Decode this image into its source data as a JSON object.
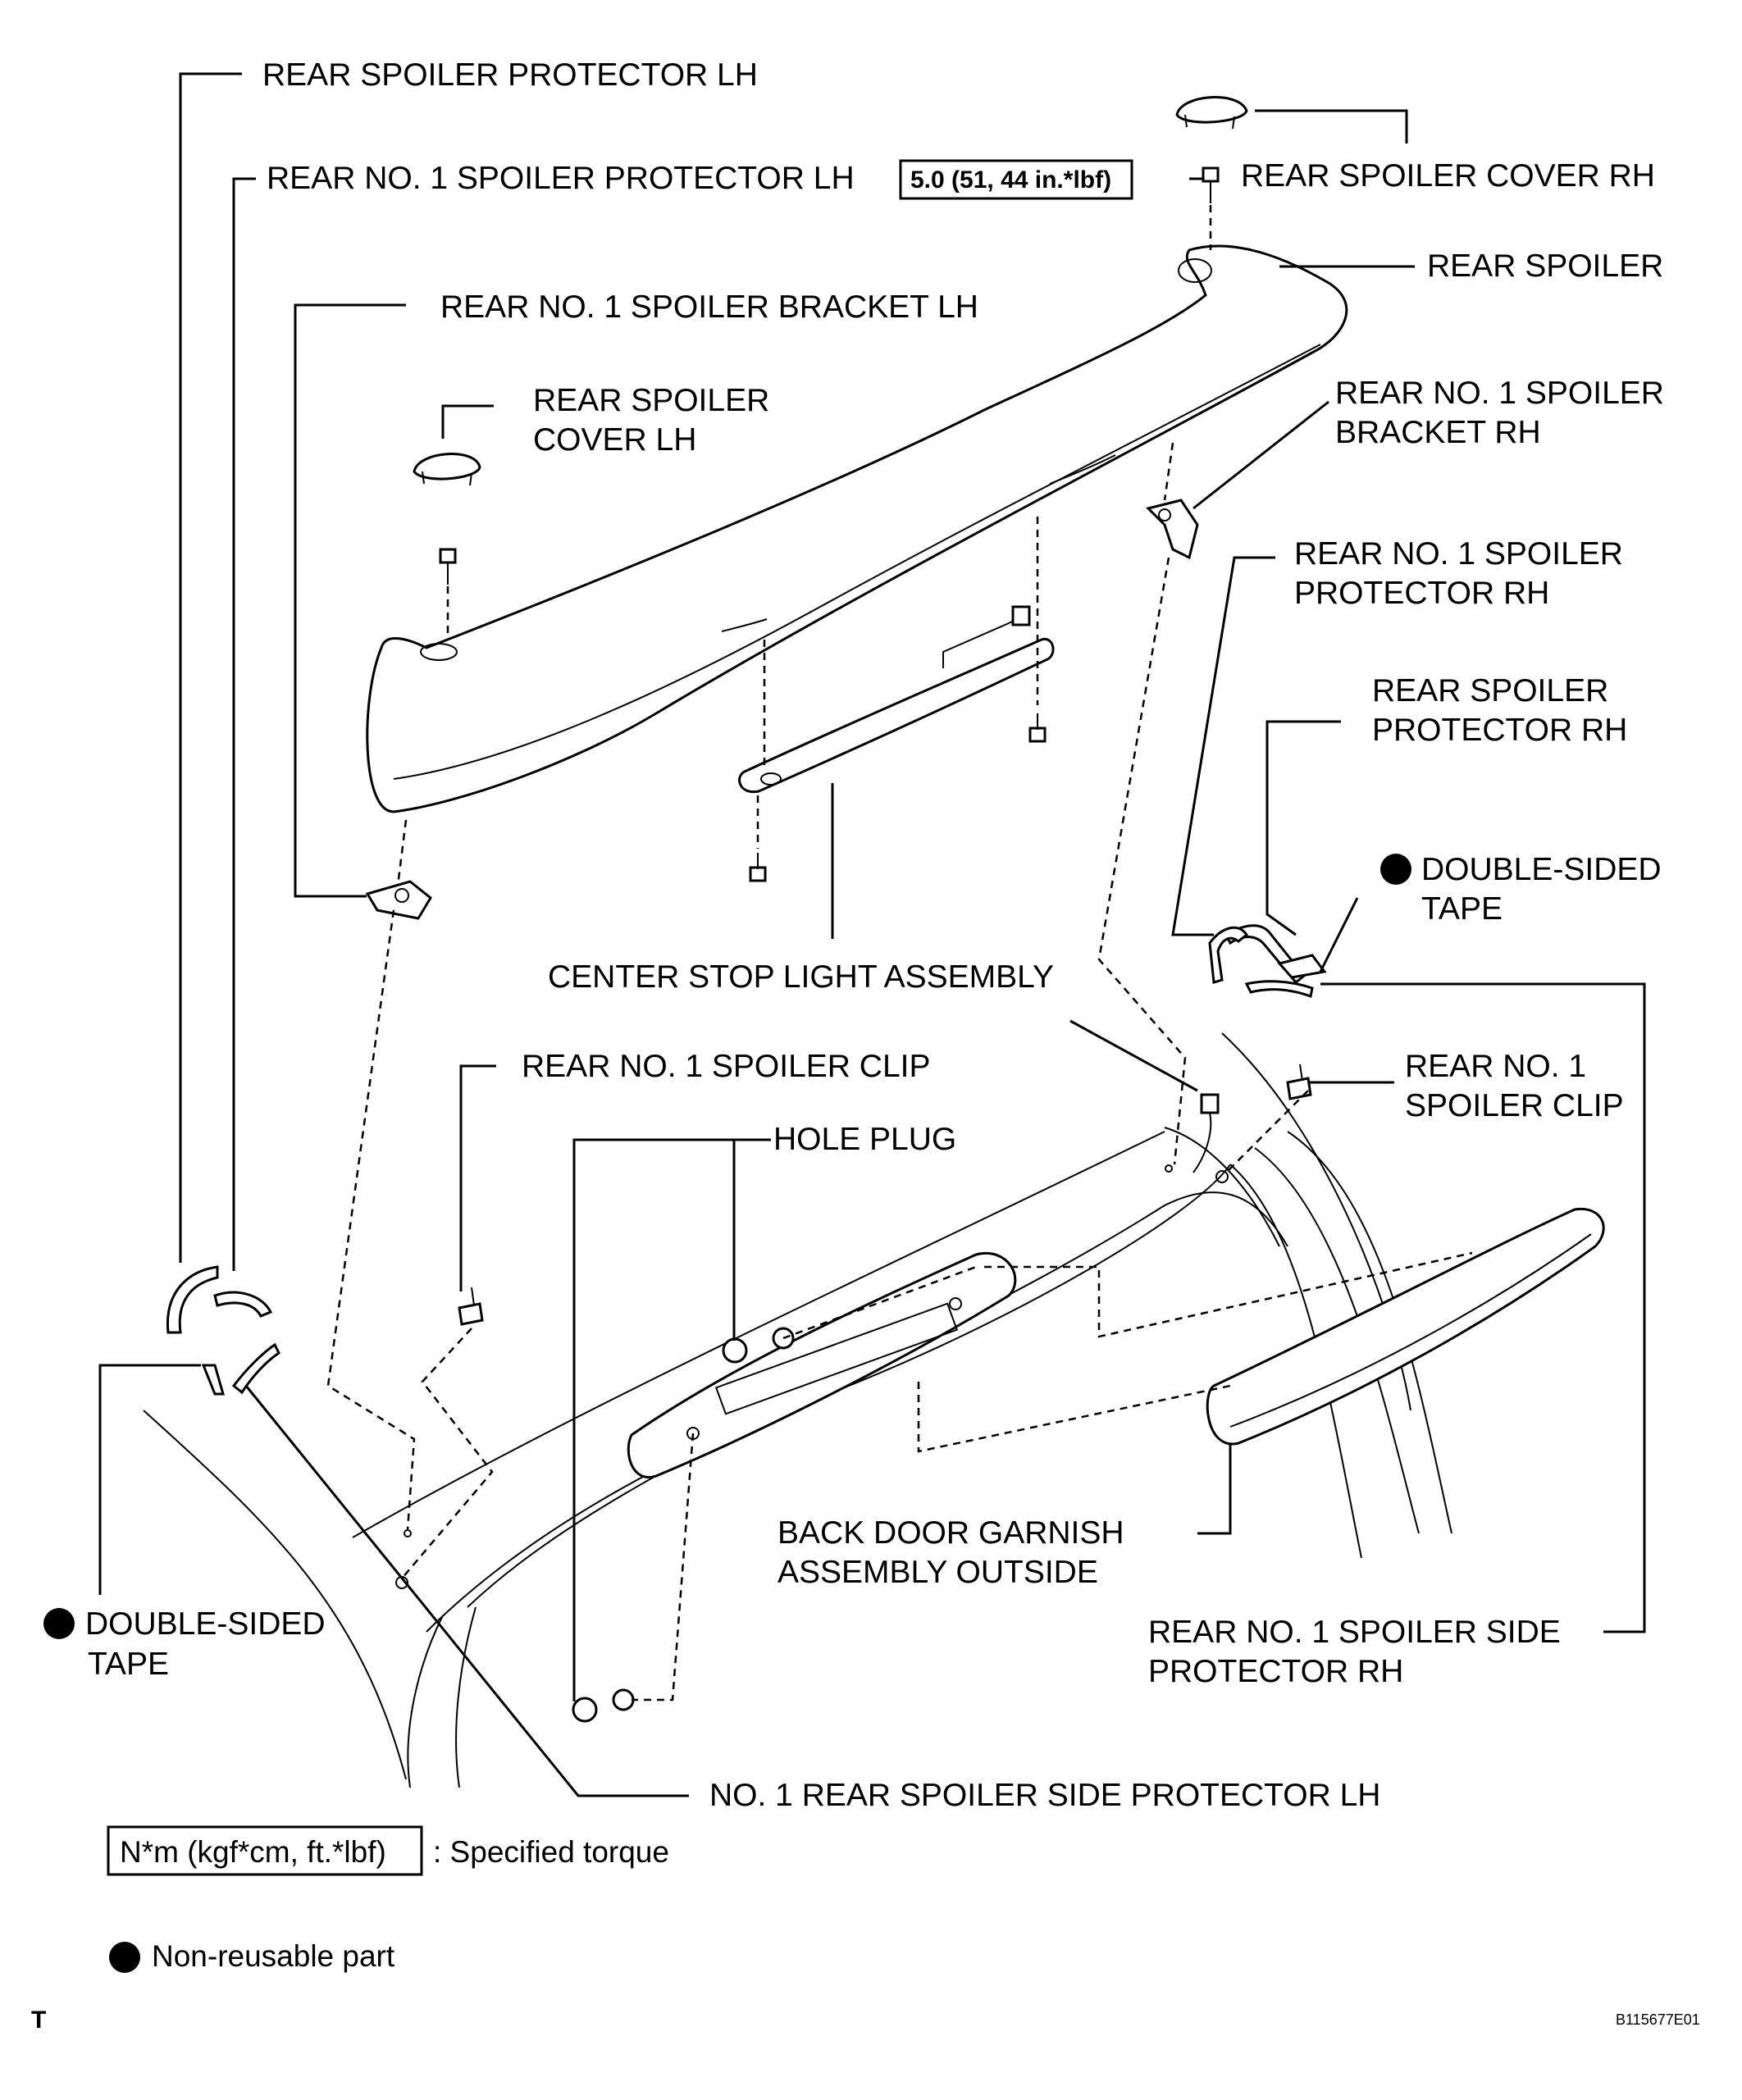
{
  "labels": {
    "rear_spoiler_protector_lh": "REAR SPOILER PROTECTOR LH",
    "rear_no1_spoiler_protector_lh": "REAR NO. 1 SPOILER PROTECTOR LH",
    "torque_value": "5.0 (51, 44 in.*lbf)",
    "rear_spoiler_cover_rh": "REAR SPOILER COVER RH",
    "rear_spoiler": "REAR SPOILER",
    "rear_no1_spoiler_bracket_lh": "REAR NO. 1 SPOILER BRACKET LH",
    "rear_spoiler_cover_lh_1": "REAR SPOILER",
    "rear_spoiler_cover_lh_2": "COVER LH",
    "rear_no1_spoiler_bracket_rh_1": "REAR NO. 1 SPOILER",
    "rear_no1_spoiler_bracket_rh_2": "BRACKET RH",
    "rear_no1_spoiler_protector_rh_1": "REAR NO. 1 SPOILER",
    "rear_no1_spoiler_protector_rh_2": "PROTECTOR RH",
    "rear_spoiler_protector_rh_1": "REAR SPOILER",
    "rear_spoiler_protector_rh_2": "PROTECTOR RH",
    "double_sided_tape_rh_1": "DOUBLE-SIDED",
    "double_sided_tape_rh_2": "TAPE",
    "center_stop_light": "CENTER STOP LIGHT ASSEMBLY",
    "rear_no1_spoiler_clip_lh": "REAR NO. 1 SPOILER CLIP",
    "rear_no1_spoiler_clip_rh_1": "REAR NO. 1",
    "rear_no1_spoiler_clip_rh_2": "SPOILER CLIP",
    "hole_plug": "HOLE PLUG",
    "back_door_garnish_1": "BACK DOOR GARNISH",
    "back_door_garnish_2": "ASSEMBLY OUTSIDE",
    "double_sided_tape_lh_1": "DOUBLE-SIDED",
    "double_sided_tape_lh_2": "TAPE",
    "side_protector_rh_1": "REAR NO. 1 SPOILER SIDE",
    "side_protector_rh_2": "PROTECTOR RH",
    "side_protector_lh": "NO. 1 REAR SPOILER SIDE PROTECTOR LH"
  },
  "legend": {
    "torque_box": "N*m (kgf*cm, ft.*lbf)",
    "torque_desc": ": Specified torque",
    "nonreusable": "Non-reusable part"
  },
  "footer": {
    "corner_mark": "T",
    "figure_code": "B115677E01"
  }
}
